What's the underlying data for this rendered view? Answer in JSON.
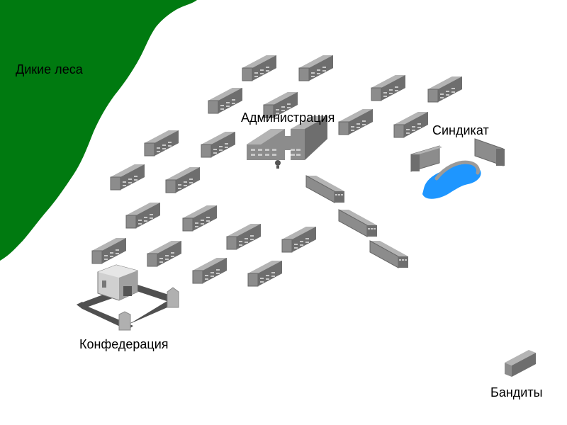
{
  "labels": {
    "forest": "Дикие леса",
    "administration": "Администрация",
    "syndicate": "Синдикат",
    "confederation": "Конфедерация",
    "bandits": "Бандиты"
  },
  "colors": {
    "forest": "#007a10",
    "building_top": "#b4b4b4",
    "building_front": "#8c8c8c",
    "building_side": "#6e6e6e",
    "window": "#c8c8c8",
    "lake": "#1e96ff",
    "wall": "#505050"
  }
}
